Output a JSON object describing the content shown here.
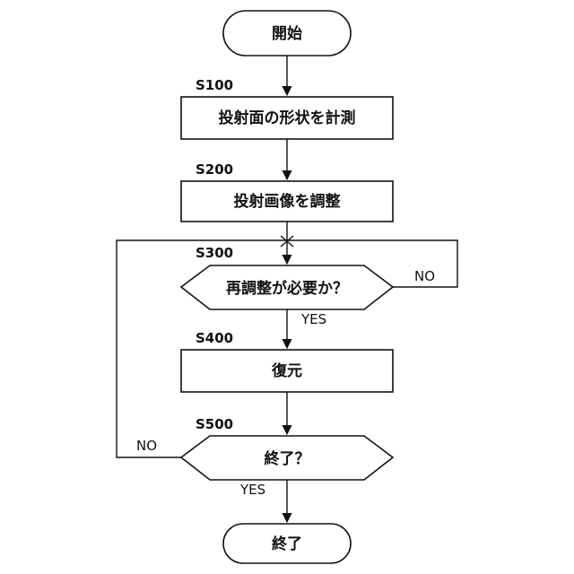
{
  "nodes": {
    "start": "開始",
    "measure": "投射面の形状を計測",
    "adjust": "投射画像を調整",
    "readjust_q": "再調整が必要か？",
    "restore": "復元",
    "end_q": "終了？",
    "end": "終了"
  },
  "steps": {
    "s100": "S100",
    "s200": "S200",
    "s300": "S300",
    "s400": "S400",
    "s500": "S500"
  },
  "edges": {
    "readjust_yes": "YES",
    "readjust_no": "NO",
    "end_yes": "YES",
    "end_no": "NO"
  }
}
